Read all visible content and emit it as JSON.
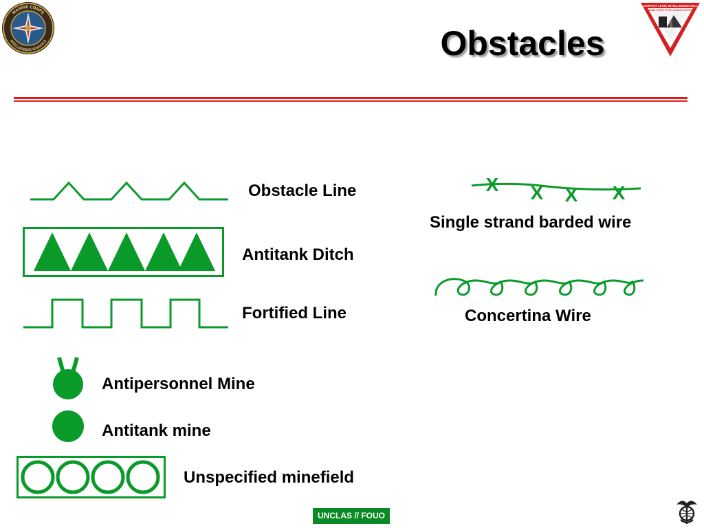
{
  "slide": {
    "title": "Obstacles",
    "footer_label": "UNCLAS // FOUO",
    "accent_color": "#e01b1b",
    "symbol_color": "#0a9a2a"
  },
  "logos": {
    "top_left": {
      "icon": "marine-corps-intelligence-schools-seal-icon",
      "ring_text_top": "MARINE CORPS",
      "ring_text_bottom": "INTELLIGENCE SCHOOLS"
    },
    "top_right": {
      "icon": "company-level-intelligence-cell-emblem-icon",
      "banner_text": "COMPANY LEVEL INTELLIGENCE CELL",
      "sub_text": "MARINE CORPS INTELLIGENCE SCHOOLS"
    },
    "bottom_right": {
      "icon": "eagle-globe-anchor-icon"
    }
  },
  "symbols": [
    {
      "id": "obstacle-line",
      "label": "Obstacle Line",
      "icon": "obstacle-line-symbol"
    },
    {
      "id": "antitank-ditch",
      "label": "Antitank Ditch",
      "icon": "antitank-ditch-symbol"
    },
    {
      "id": "fortified-line",
      "label": "Fortified Line",
      "icon": "fortified-line-symbol"
    },
    {
      "id": "antipersonnel-mine",
      "label": "Antipersonnel Mine",
      "icon": "antipersonnel-mine-symbol"
    },
    {
      "id": "antitank-mine",
      "label": "Antitank mine",
      "icon": "antitank-mine-symbol"
    },
    {
      "id": "unspecified-minefield",
      "label": "Unspecified minefield",
      "icon": "unspecified-minefield-symbol"
    },
    {
      "id": "single-strand-wire",
      "label": "Single strand barded wire",
      "icon": "single-strand-wire-symbol",
      "marks": [
        "X",
        "X",
        "X",
        "X"
      ]
    },
    {
      "id": "concertina-wire",
      "label": "Concertina Wire",
      "icon": "concertina-wire-symbol"
    }
  ]
}
